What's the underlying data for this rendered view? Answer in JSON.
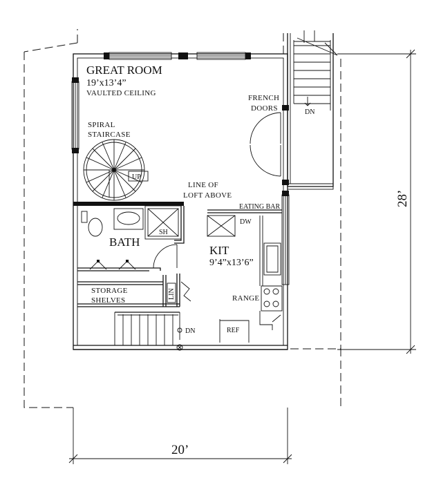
{
  "labels": {
    "great_room": "GREAT ROOM",
    "great_room_size": "19’x13’4”",
    "vaulted": "VAULTED CEILING",
    "spiral_1": "SPIRAL",
    "spiral_2": "STAIRCASE",
    "up": "UP",
    "french_1": "FRENCH",
    "french_2": "DOORS",
    "dn_top": "DN",
    "loft_1": "LINE OF",
    "loft_2": "LOFT ABOVE",
    "eating_bar": "EATING BAR",
    "dw": "DW",
    "sh": "SH",
    "bath": "BATH",
    "kit": "KIT",
    "kit_size": "9’4”x13’6”",
    "storage_1": "STORAGE",
    "storage_2": "SHELVES",
    "lin": "LIN",
    "range": "RANGE",
    "ref": "REF",
    "dn_bottom": "DN"
  },
  "dimensions": {
    "depth": "28’",
    "width": "20’"
  }
}
